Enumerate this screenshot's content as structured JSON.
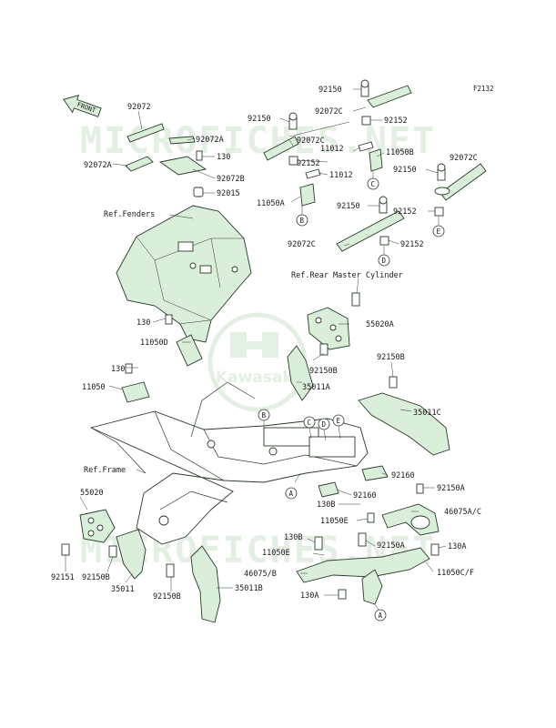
{
  "figure_code": "F2132",
  "direction_arrow": "FRONT",
  "watermark": {
    "site": "MICROFICHES.NET",
    "brand": "Kawasaki"
  },
  "part_labels": {
    "p92072": "92072",
    "p92072A_top": "92072A",
    "p92072A_left": "92072A",
    "p130_top": "130",
    "p92072B": "92072B",
    "p92015": "92015",
    "p92150_a": "92150",
    "p92072C_a": "92072C",
    "p92152_a": "92152",
    "p11012_a": "11012",
    "p11050A": "11050A",
    "p92150_b": "92150",
    "p92072C_b": "92072C",
    "p92152_b": "92152",
    "p11012_b": "11012",
    "p11050B": "11050B",
    "p92150_c": "92150",
    "p92072C_c": "92072C",
    "p92150_d": "92150",
    "p92152_c": "92152",
    "p92072C_d": "92072C",
    "p92152_d": "92152",
    "p55020A": "55020A",
    "p130_mid": "130",
    "p11050D": "11050D",
    "p92150B_mid": "92150B",
    "p35011A": "35011A",
    "p92150B_right": "92150B",
    "p130_lower": "130",
    "p11050": "11050",
    "p35011C": "35011C",
    "p92160_a": "92160",
    "p92150A_a": "92150A",
    "p92160_b": "92160",
    "p130B_a": "130B",
    "p46075AC": "46075A/C",
    "p11050E_a": "11050E",
    "p130B_b": "130B",
    "p92150A_b": "92150A",
    "p130A_a": "130A",
    "p11050E_b": "11050E",
    "p46075B": "46075/B",
    "p11050CF": "11050C/F",
    "p130A_b": "130A",
    "p55020": "55020",
    "p92151": "92151",
    "p92150B_left": "92150B",
    "p35011": "35011",
    "p92150B_bottom": "92150B",
    "p35011B": "35011B"
  },
  "reference_labels": {
    "fenders": "Ref.Fenders",
    "rear_master_cylinder": "Ref.Rear Master Cylinder",
    "frame": "Ref.Frame"
  },
  "callouts": {
    "A_mid": "A",
    "A_low": "A",
    "B_top": "B",
    "B_frame": "B",
    "C_top": "C",
    "C_frame": "C",
    "D_top": "D",
    "D_frame": "D",
    "E_top": "E",
    "E_frame": "E"
  },
  "colors": {
    "part_fill": "#d9efd9",
    "line": "#2a3a2a",
    "watermark": "#cfe3cf"
  }
}
